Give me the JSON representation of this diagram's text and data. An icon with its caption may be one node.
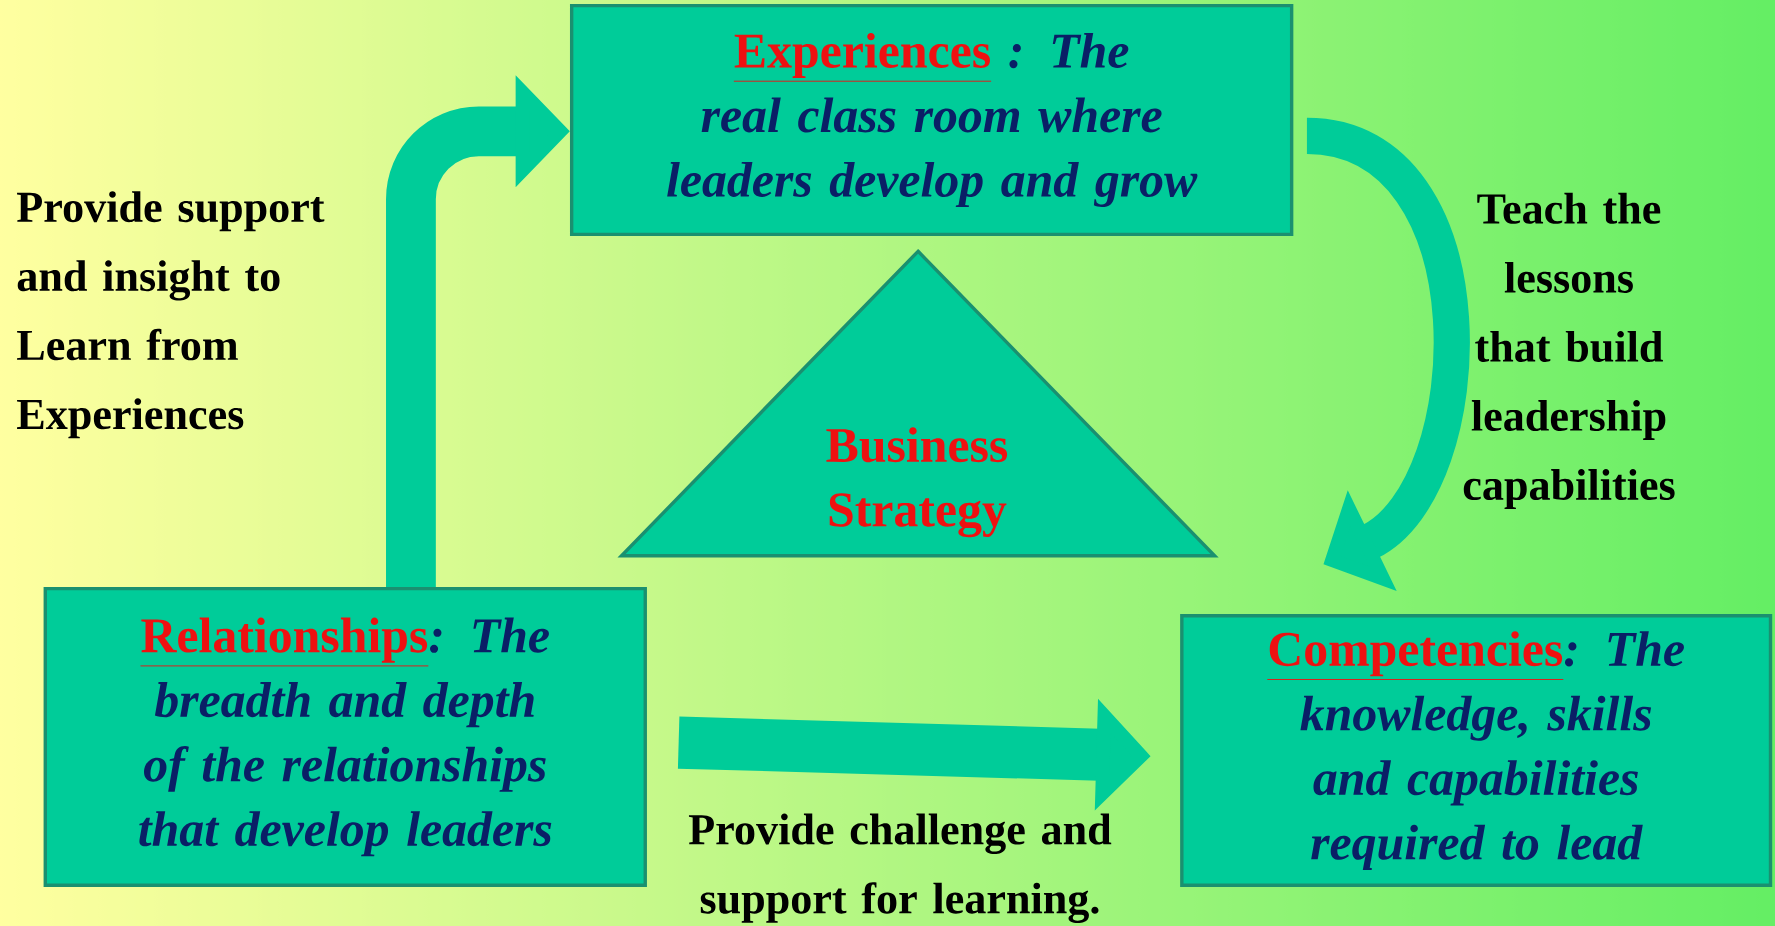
{
  "diagram": {
    "nodes": [
      {
        "text": [
          "Experiences",
          " : The real class room where leaders develop and grow"
        ]
      },
      {
        "text": [
          "Business Strategy"
        ]
      },
      {
        "text": [
          "Relationships",
          ": The breadth and depth of the relationships that develop leaders"
        ]
      },
      {
        "text": [
          "Competencies",
          ": The knowledge, skills and capabilities required to lead"
        ]
      }
    ],
    "edges": [
      {
        "from": 2,
        "to": 0,
        "arrow": "to",
        "label": "Provide support and insight to Learn from Experiences"
      },
      {
        "from": 0,
        "to": 3,
        "arrow": "to",
        "label": "Teach the lessons that build leadership capabilities"
      },
      {
        "from": 2,
        "to": 3,
        "arrow": "to",
        "label": "Provide challenge and support for learning."
      }
    ]
  }
}
